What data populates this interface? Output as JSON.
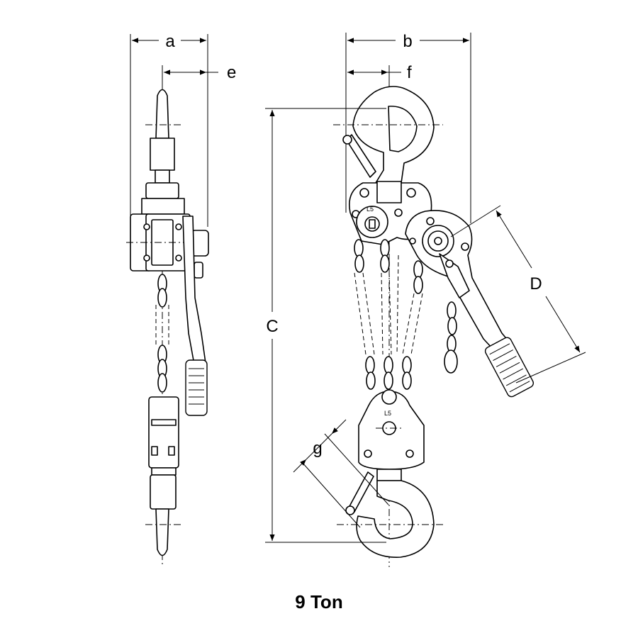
{
  "caption": "9 Ton",
  "dimensions": {
    "a": "a",
    "b": "b",
    "c": "C",
    "d": "D",
    "e": "e",
    "f": "f",
    "g": "g"
  },
  "body_marking": "L5"
}
